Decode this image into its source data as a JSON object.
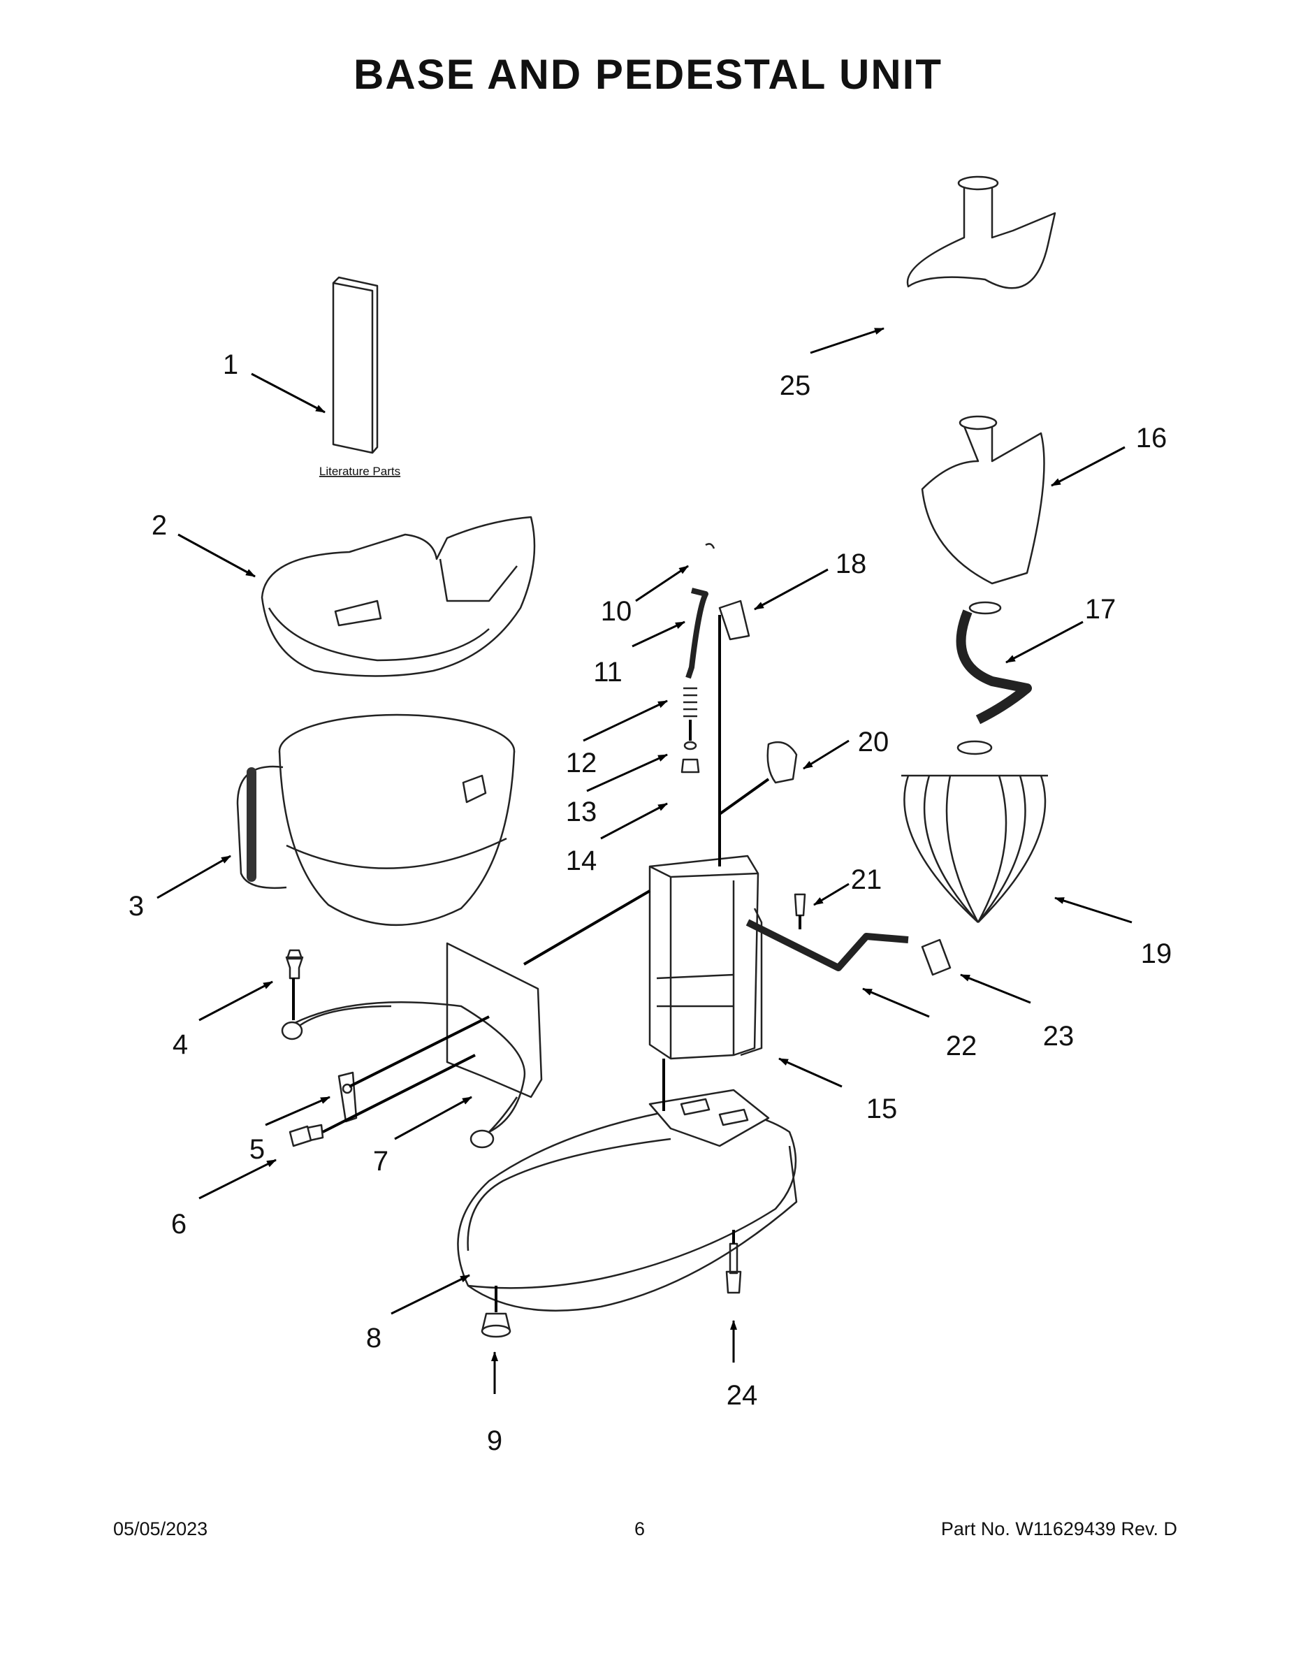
{
  "title": "BASE AND PEDESTAL UNIT",
  "literature_label": "Literature Parts",
  "callouts": [
    "1",
    "2",
    "3",
    "4",
    "5",
    "6",
    "7",
    "8",
    "9",
    "10",
    "11",
    "12",
    "13",
    "14",
    "15",
    "16",
    "17",
    "18",
    "19",
    "20",
    "21",
    "22",
    "23",
    "24",
    "25"
  ],
  "footer": {
    "date": "05/05/2023",
    "page": "6",
    "part_no": "Part No.  W11629439  Rev.  D"
  }
}
